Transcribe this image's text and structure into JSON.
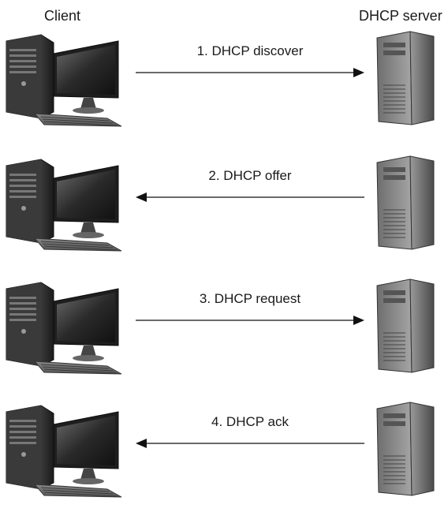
{
  "headers": {
    "client": "Client",
    "server": "DHCP server"
  },
  "steps": [
    {
      "label": "1. DHCP discover",
      "direction": "client-to-server"
    },
    {
      "label": "2. DHCP offer",
      "direction": "server-to-client"
    },
    {
      "label": "3. DHCP request",
      "direction": "client-to-server"
    },
    {
      "label": "4. DHCP ack",
      "direction": "server-to-client"
    }
  ],
  "icons": {
    "client": "desktop-computer-icon",
    "server": "tower-server-icon"
  }
}
